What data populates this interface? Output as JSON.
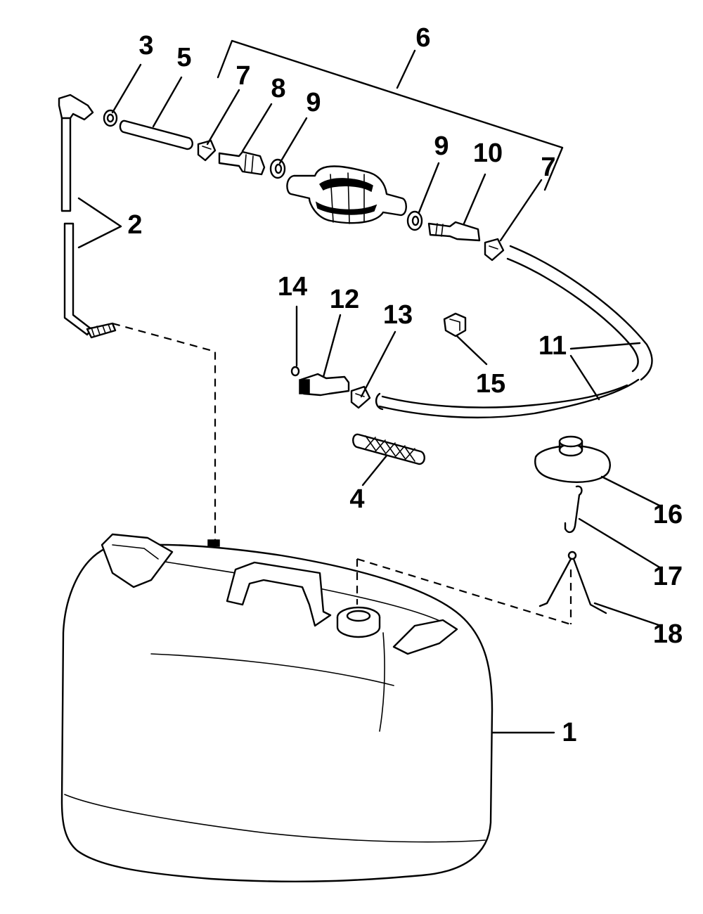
{
  "callouts": [
    {
      "id": "1",
      "text": "1"
    },
    {
      "id": "2",
      "text": "2"
    },
    {
      "id": "3",
      "text": "3"
    },
    {
      "id": "4",
      "text": "4"
    },
    {
      "id": "5",
      "text": "5"
    },
    {
      "id": "6",
      "text": "6"
    },
    {
      "id": "7a",
      "text": "7"
    },
    {
      "id": "7b",
      "text": "7"
    },
    {
      "id": "8",
      "text": "8"
    },
    {
      "id": "9a",
      "text": "9"
    },
    {
      "id": "9b",
      "text": "9"
    },
    {
      "id": "10",
      "text": "10"
    },
    {
      "id": "11",
      "text": "11"
    },
    {
      "id": "12",
      "text": "12"
    },
    {
      "id": "13",
      "text": "13"
    },
    {
      "id": "14",
      "text": "14"
    },
    {
      "id": "15",
      "text": "15"
    },
    {
      "id": "16",
      "text": "16"
    },
    {
      "id": "17",
      "text": "17"
    },
    {
      "id": "18",
      "text": "18"
    }
  ]
}
